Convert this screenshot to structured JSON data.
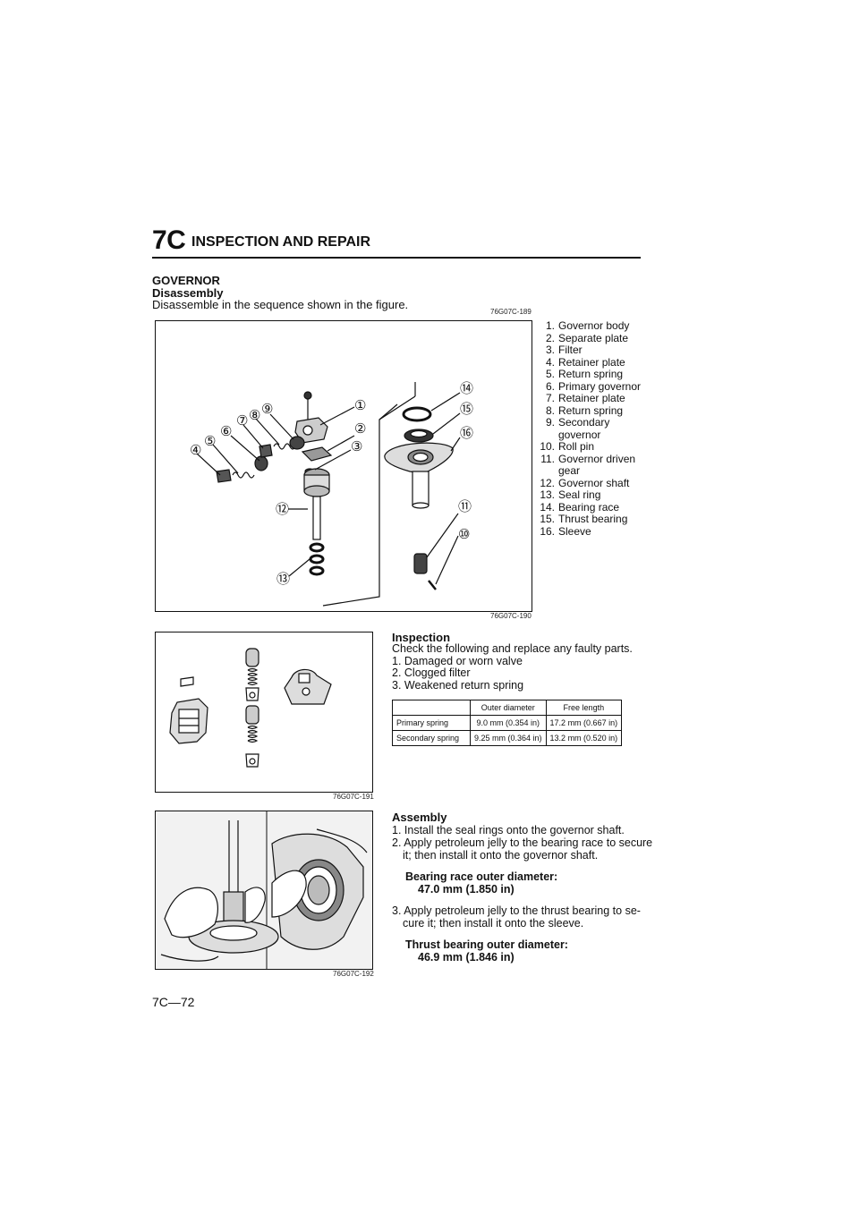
{
  "header": {
    "section_code": "7C",
    "section_title": "INSPECTION AND REPAIR"
  },
  "governor": {
    "title": "GOVERNOR",
    "disassembly": {
      "title": "Disassembly",
      "text": "Disassemble in the sequence shown in the figure.",
      "figure_code_top": "76G07C-189",
      "figure_code": "76G07C-190",
      "callouts": [
        "①",
        "②",
        "③",
        "④",
        "⑤",
        "⑥",
        "⑦",
        "⑧",
        "⑨",
        "⑩",
        "⑪",
        "⑫",
        "⑬",
        "⑭",
        "⑮",
        "⑯"
      ],
      "parts": [
        {
          "n": "1.",
          "label": "Governor body"
        },
        {
          "n": "2.",
          "label": "Separate plate"
        },
        {
          "n": "3.",
          "label": "Filter"
        },
        {
          "n": "4.",
          "label": "Retainer plate"
        },
        {
          "n": "5.",
          "label": "Return spring"
        },
        {
          "n": "6.",
          "label": "Primary governor"
        },
        {
          "n": "7.",
          "label": "Retainer plate"
        },
        {
          "n": "8.",
          "label": "Return spring"
        },
        {
          "n": "9.",
          "label": "Secondary governor"
        },
        {
          "n": "10.",
          "label": "Roll pin"
        },
        {
          "n": "11.",
          "label": "Governor driven gear"
        },
        {
          "n": "12.",
          "label": "Governor shaft"
        },
        {
          "n": "13.",
          "label": "Seal ring"
        },
        {
          "n": "14.",
          "label": "Bearing race"
        },
        {
          "n": "15.",
          "label": "Thrust bearing"
        },
        {
          "n": "16.",
          "label": "Sleeve"
        }
      ]
    },
    "inspection": {
      "title": "Inspection",
      "text": "Check the following and replace any faulty parts.",
      "items": [
        "1. Damaged or worn valve",
        "2. Clogged filter",
        "3. Weakened return spring"
      ],
      "figure_code": "76G07C-191",
      "table": {
        "headers": [
          "",
          "Outer diameter",
          "Free length"
        ],
        "rows": [
          [
            "Primary spring",
            "9.0 mm (0.354 in)",
            "17.2 mm (0.667 in)"
          ],
          [
            "Secondary spring",
            "9.25 mm (0.364 in)",
            "13.2 mm (0.520 in)"
          ]
        ]
      }
    },
    "assembly": {
      "title": "Assembly",
      "step1": "1. Install the seal rings onto the governor shaft.",
      "step2": "2. Apply petroleum jelly to the bearing race to secure it; then install it onto the governor shaft.",
      "spec1_label": "Bearing race outer diameter:",
      "spec1_value": "47.0 mm (1.850 in)",
      "step3": "3. Apply petroleum jelly to the thrust bearing to se-cure it; then install it onto the sleeve.",
      "spec2_label": "Thrust bearing outer diameter:",
      "spec2_value": "46.9 mm (1.846 in)",
      "figure_code": "76G07C-192"
    }
  },
  "page_number": "7C—72"
}
